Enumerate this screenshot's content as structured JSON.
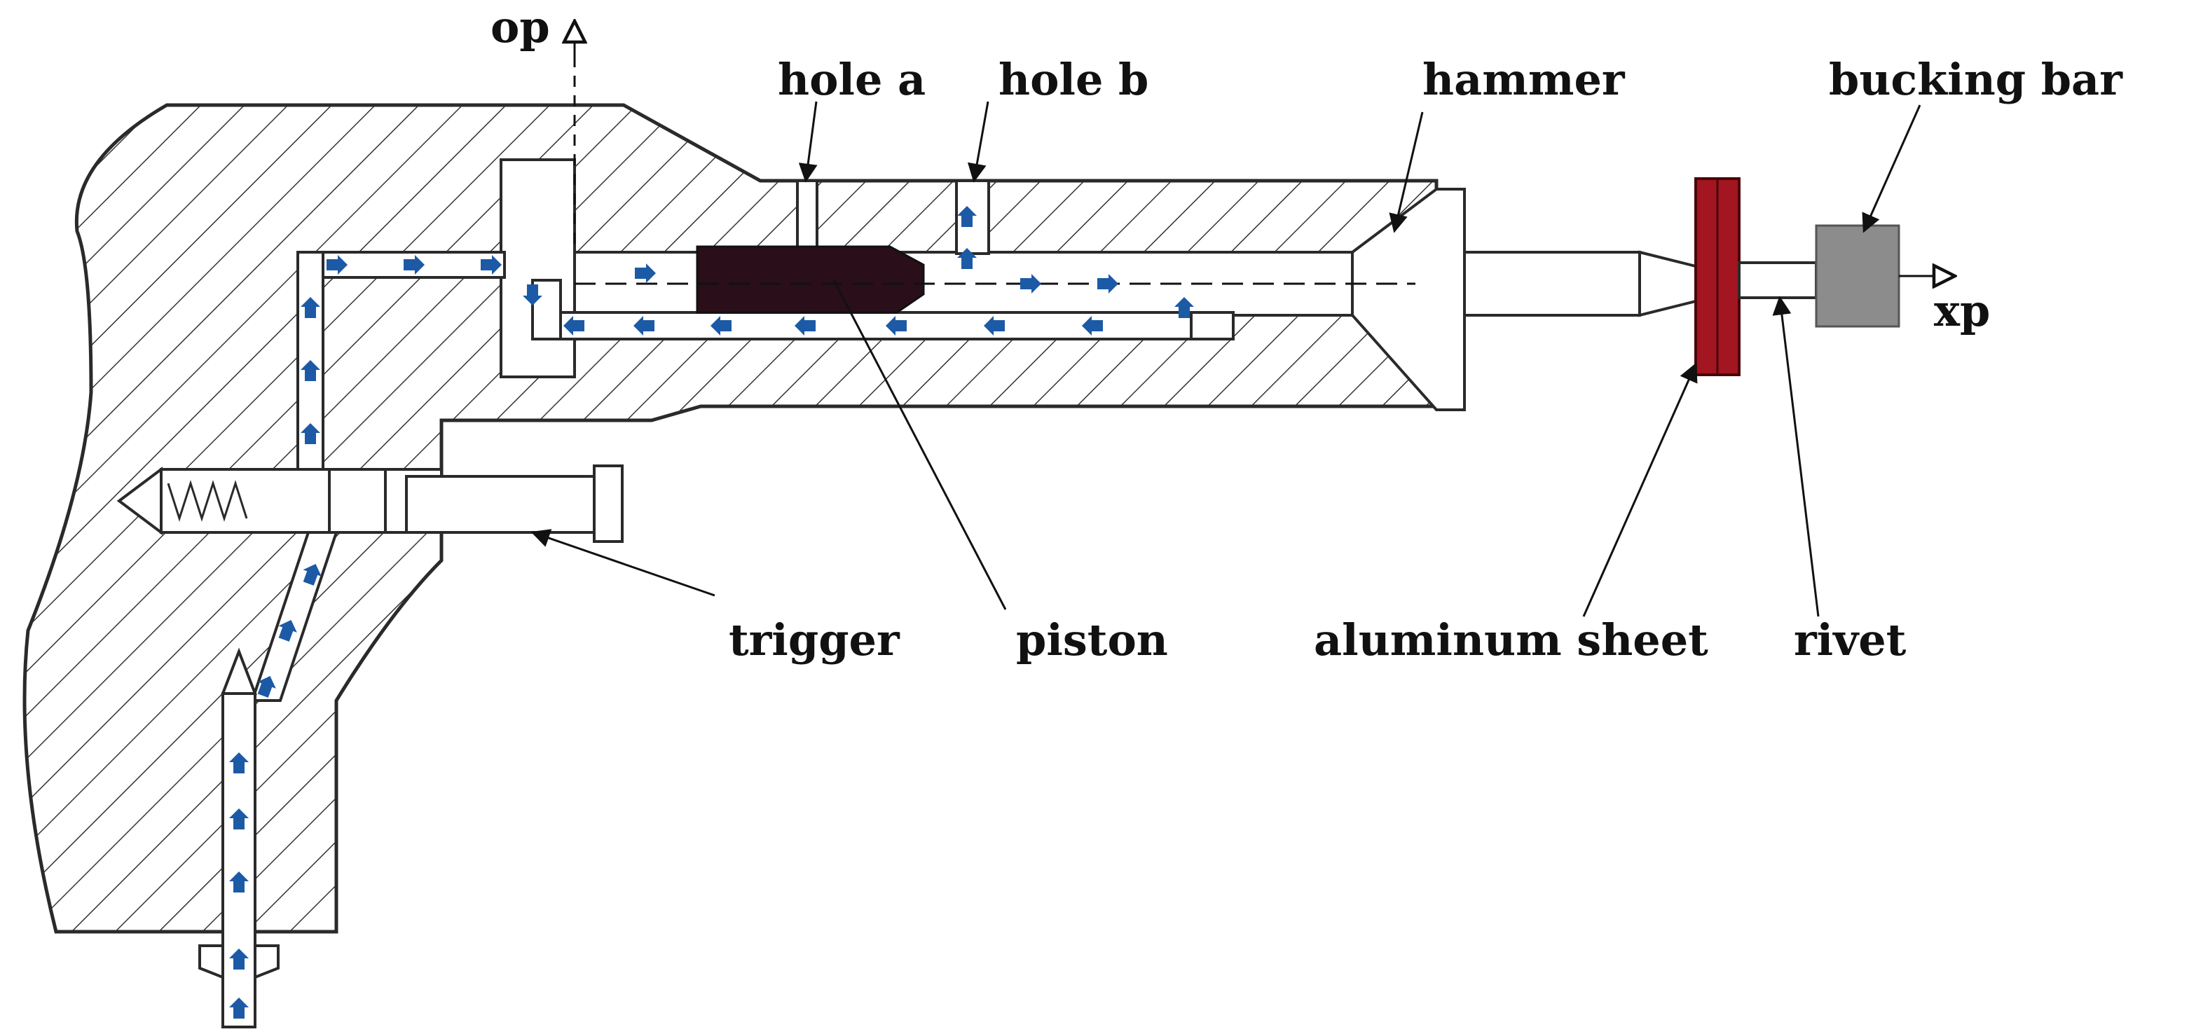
{
  "labels": {
    "op": "op",
    "xp": "xp",
    "hole_a": "hole a",
    "hole_b": "hole b",
    "hammer": "hammer",
    "bucking_bar": "bucking bar",
    "trigger": "trigger",
    "piston": "piston",
    "aluminum_sheet": "aluminum sheet",
    "rivet": "rivet"
  },
  "colors": {
    "body_outline": "#2a2a2a",
    "hatch": "#333333",
    "air_flow": "#1c5aa6",
    "piston": "#2a0e1a",
    "aluminum_sheet": "#a31520",
    "bucking_bar": "#8c8c8c"
  }
}
